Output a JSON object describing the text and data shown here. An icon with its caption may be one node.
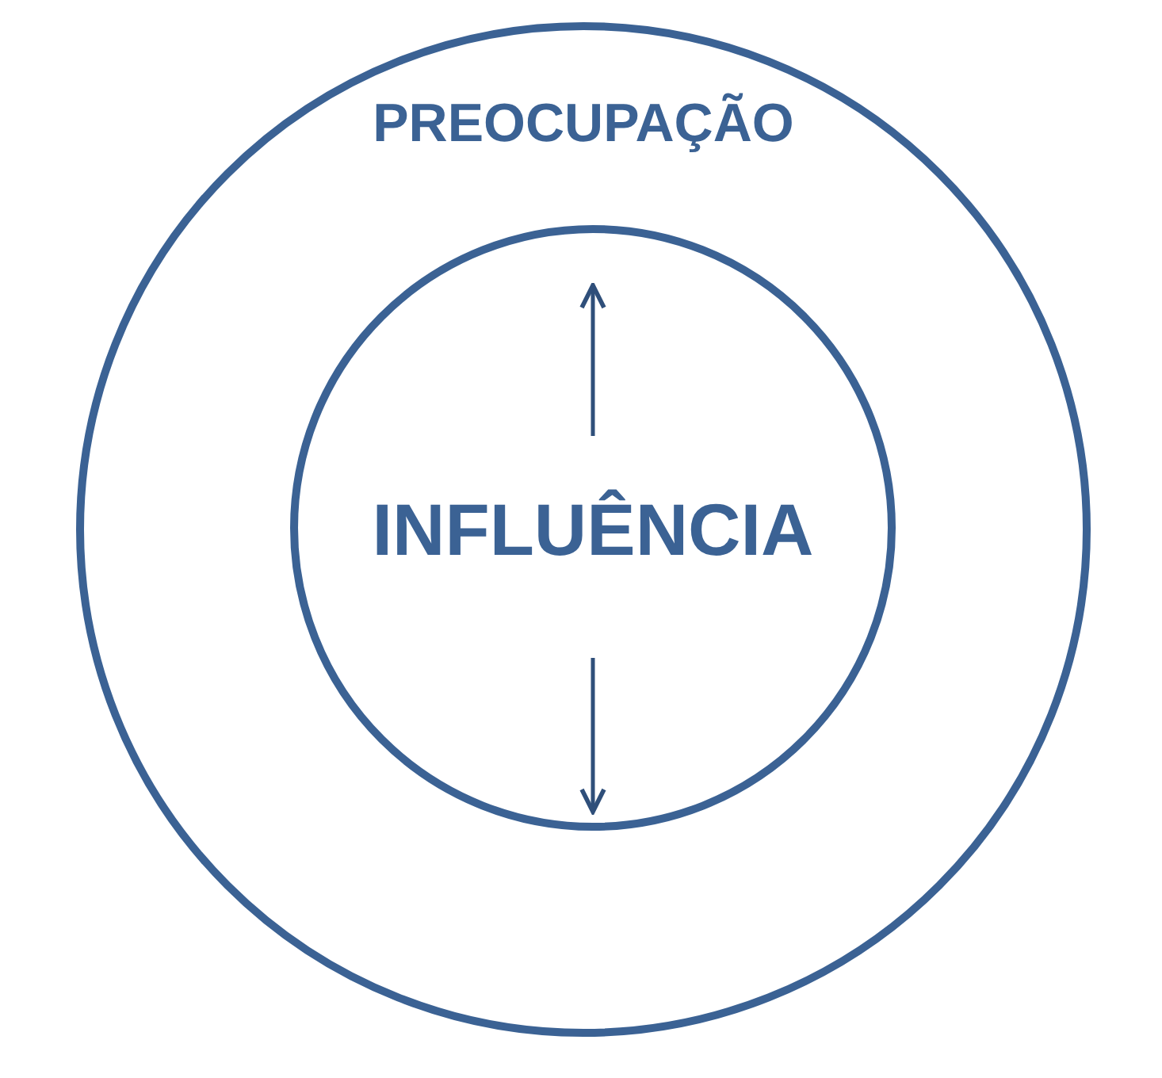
{
  "diagram": {
    "nodes": [
      {
        "text": [
          "PREOCUPAÇÃO"
        ]
      },
      {
        "text": [
          "INFLUÊNCIA"
        ],
        "in": 0
      }
    ]
  }
}
